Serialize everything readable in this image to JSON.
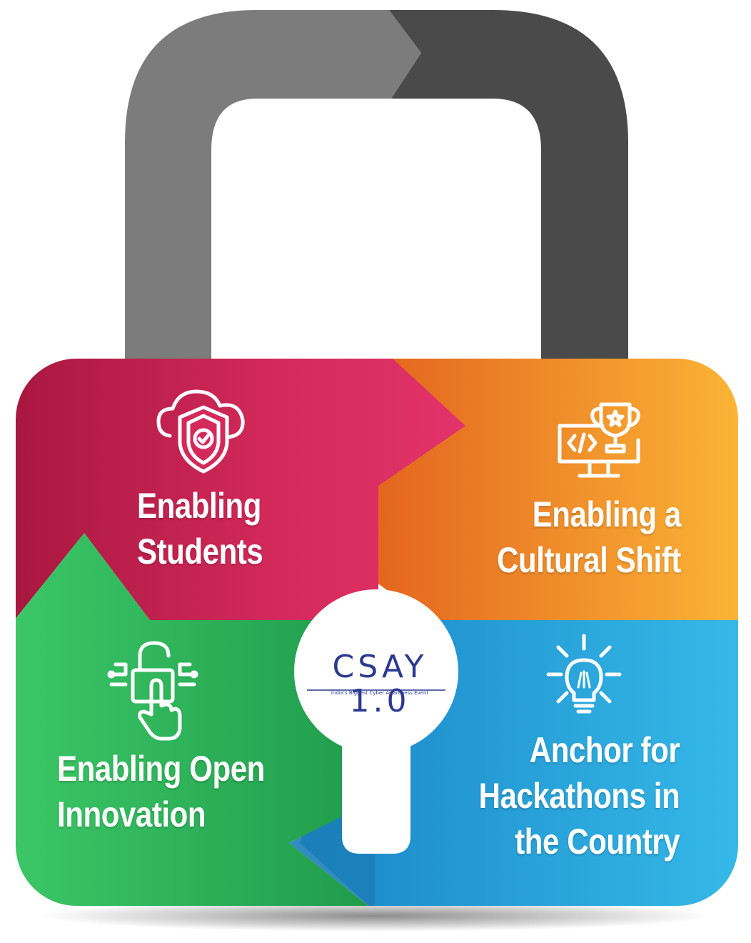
{
  "segments": {
    "students": {
      "line1": "Enabling",
      "line2": "Students",
      "icon": "cloud-shield-check-icon",
      "color": "#d42a5b"
    },
    "cultural": {
      "line1": "Enabling a",
      "line2": "Cultural Shift",
      "icon": "monitor-code-trophy-icon",
      "color": "#f58a2b"
    },
    "open": {
      "line1": "Enabling Open",
      "line2": "Innovation",
      "icon": "padlock-touch-icon",
      "color": "#2fb55e"
    },
    "anchor": {
      "line1": "Anchor for",
      "line2": "Hackathons in",
      "line3": "the Country",
      "icon": "lightbulb-icon",
      "color": "#2aa3dd"
    }
  },
  "logo": {
    "main": "CSAY 1.0",
    "tagline": "India's Biggest Cyber Awareness Event",
    "color": "#2b3990"
  },
  "shackle": {
    "color_light": "#7c7c7c",
    "color_dark": "#4a4a4a"
  }
}
